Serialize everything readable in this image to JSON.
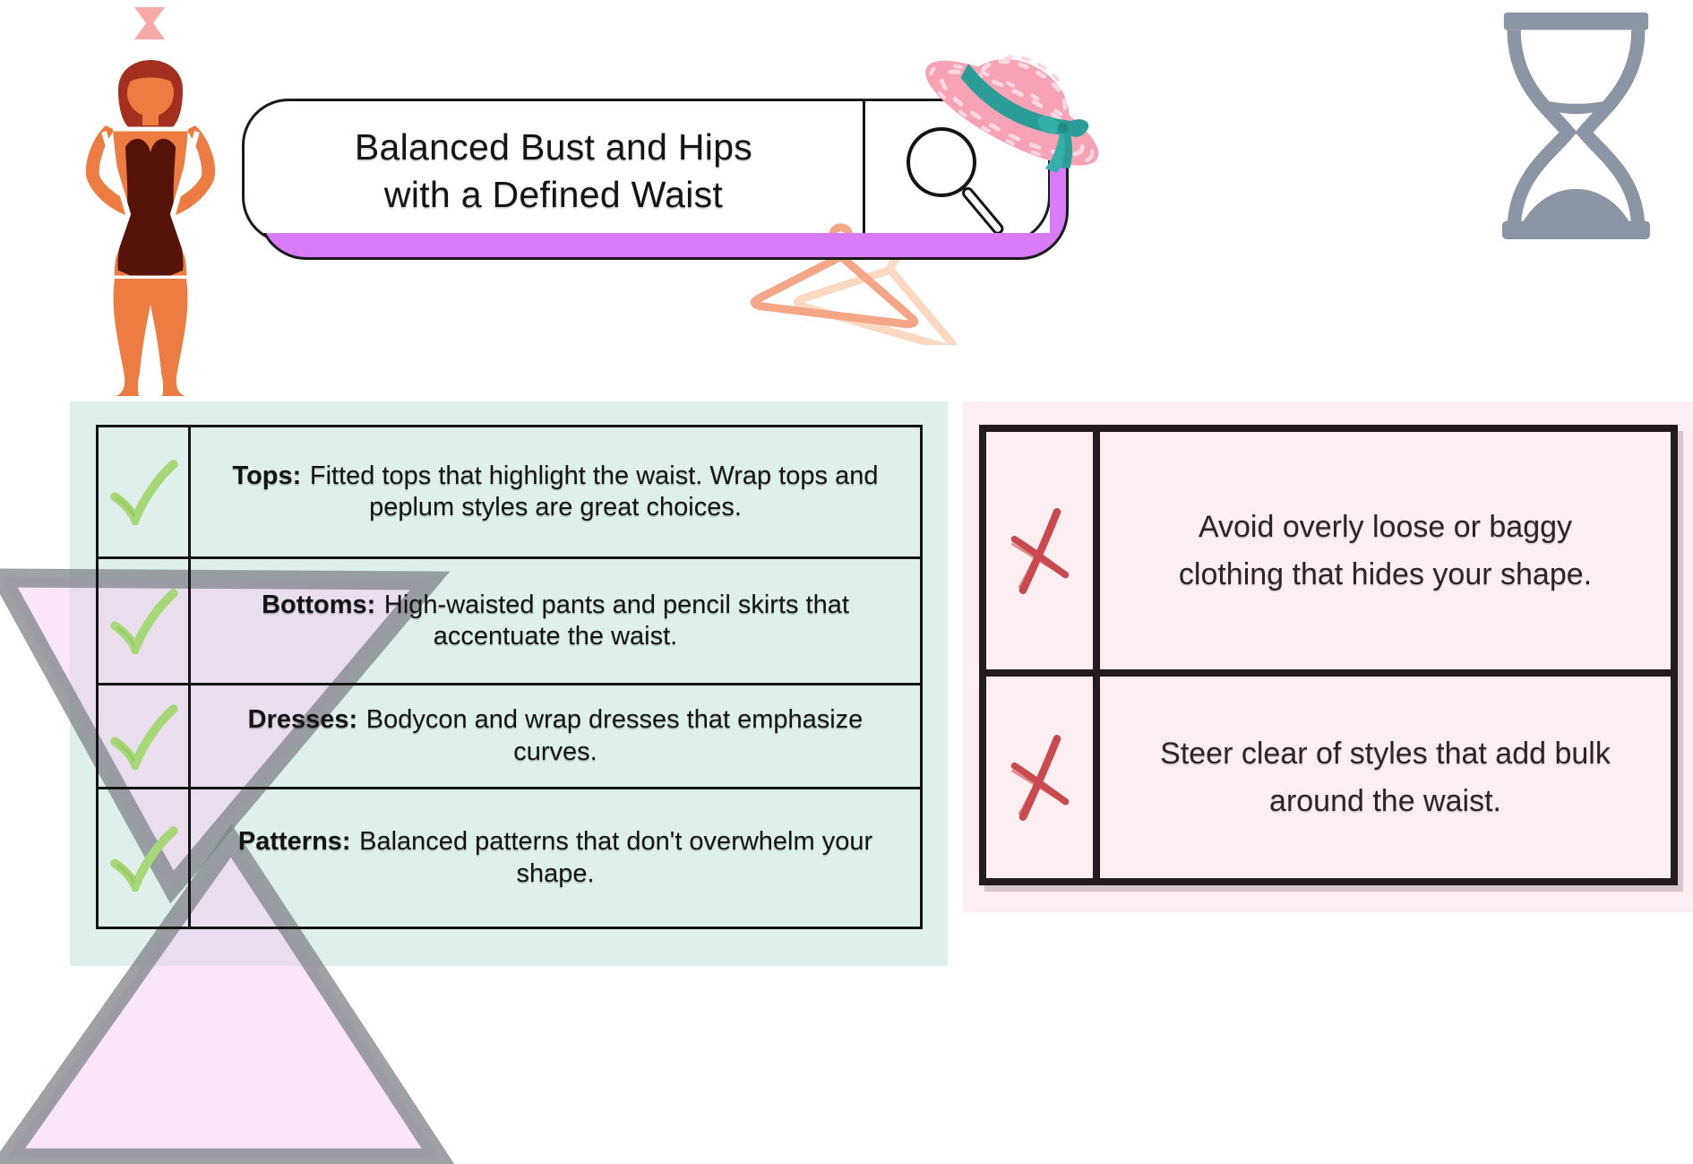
{
  "title": {
    "line1": "Balanced Bust and Hips",
    "line2": "with a Defined Waist"
  },
  "do_list": {
    "rows": [
      {
        "label": "Tops:",
        "text": "Fitted tops that highlight the waist. Wrap tops and peplum styles are great choices."
      },
      {
        "label": "Bottoms:",
        "text": "High-waisted pants and pencil skirts that accentuate the waist."
      },
      {
        "label": "Dresses:",
        "text": "Bodycon and wrap dresses that emphasize curves."
      },
      {
        "label": "Patterns:",
        "text": "Balanced patterns that don't overwhelm your shape."
      }
    ]
  },
  "dont_list": {
    "rows": [
      {
        "text": "Avoid overly loose or baggy clothing that hides your shape."
      },
      {
        "text": "Steer clear of styles that add bulk around the waist."
      }
    ]
  },
  "colors": {
    "accent_purple": "#d97af7",
    "check_green": "#a7d877",
    "cross_red": "#c9494f",
    "panel_teal": "#dff0ec",
    "panel_pink": "#fdeef2",
    "hourglass_gray": "#8c95a4",
    "watermark_pink": "#f6c6f1",
    "hat_pink": "#f7a3b5",
    "hat_ribbon_teal": "#2a9d97",
    "hanger_peach": "#f5a687",
    "hanger_light_peach": "#fbd8c0",
    "figure_skin": "#ec7c42",
    "figure_hair": "#a42f1e",
    "figure_suit": "#551309"
  },
  "icons": {
    "search": "magnifying-glass",
    "hourglass": "hourglass-with-sand",
    "mini_hourglass": "hourglass-silhouette",
    "check": "hand-drawn-checkmark",
    "cross": "hand-drawn-x",
    "hat": "straw-sun-hat-with-ribbon",
    "hangers": "two-clothes-hangers",
    "figure": "hourglass-body-shape-woman",
    "watermark": "hourglass-triangles-watermark"
  }
}
